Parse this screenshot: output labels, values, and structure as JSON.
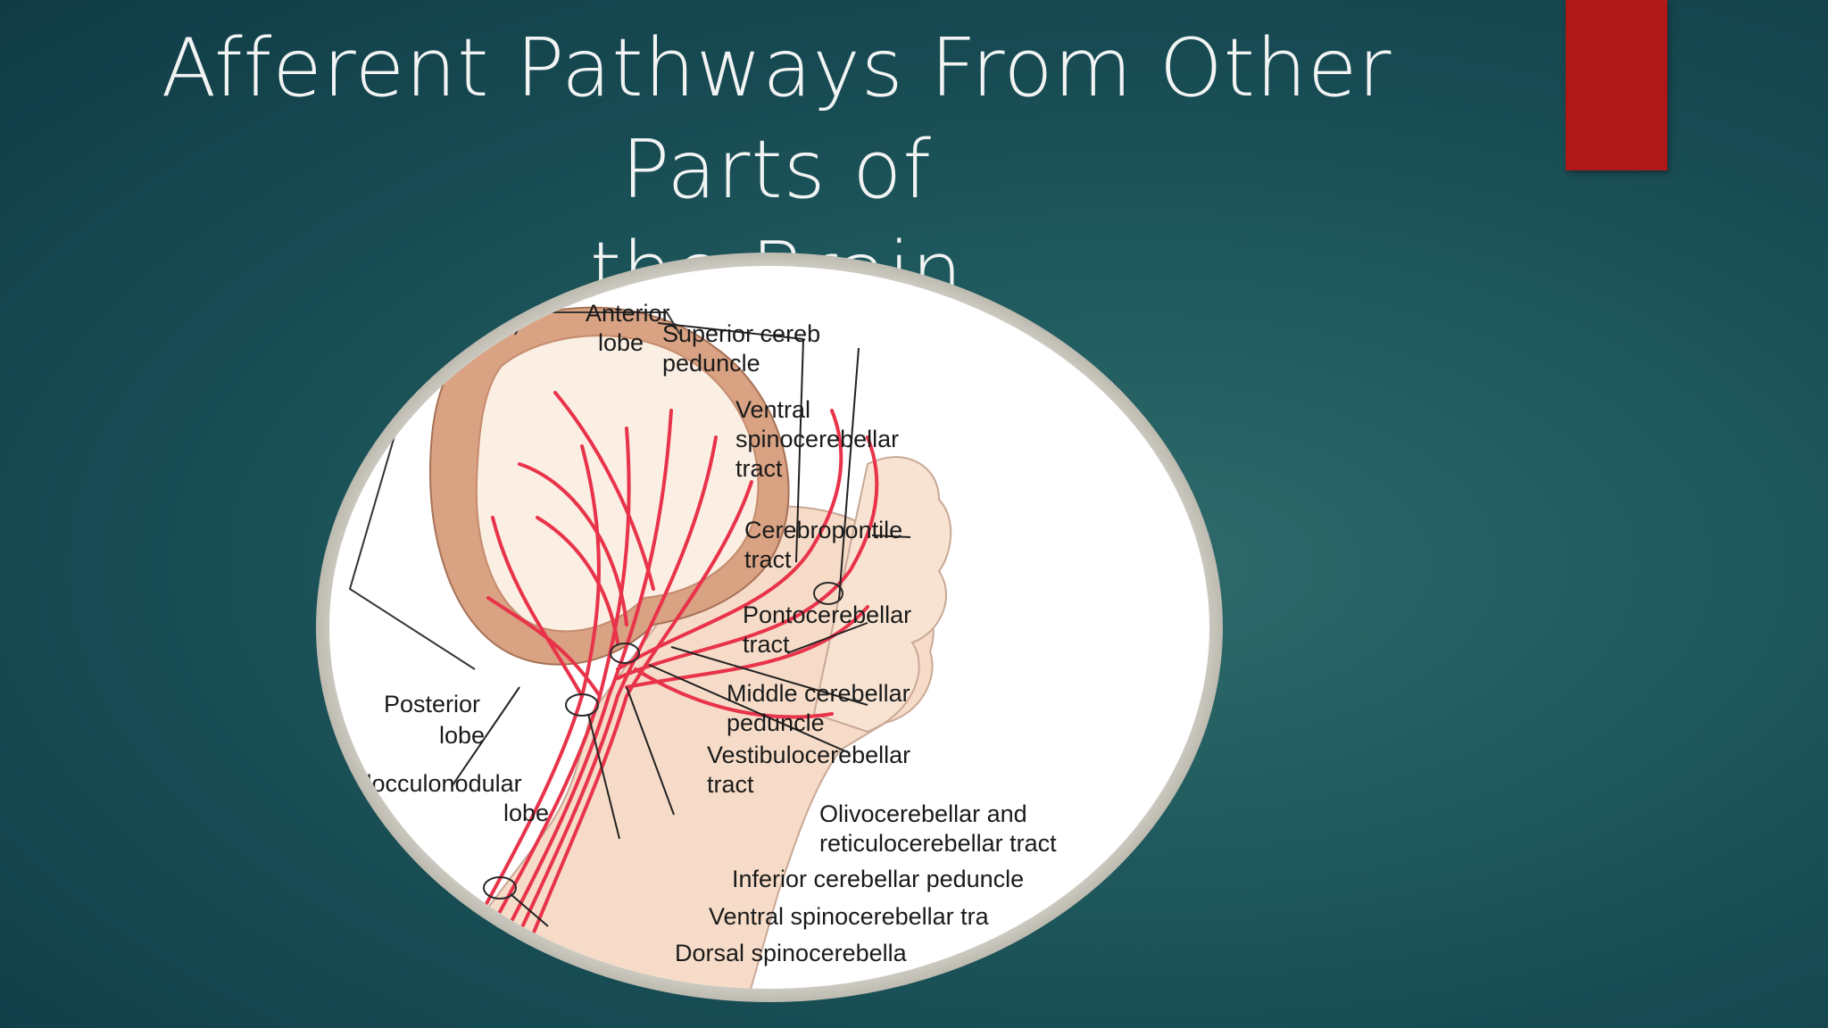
{
  "slide": {
    "title_line1": "Afferent Pathways From Other Parts of",
    "title_line2": "the Brain",
    "accent_color": "#b01717",
    "background_color": "#1f5a5e"
  },
  "diagram": {
    "labels": {
      "anterior_lobe_1": "Anterior",
      "anterior_lobe_2": "lobe",
      "superior_peduncle_1": "Superior cereb",
      "superior_peduncle_2": "peduncle",
      "ventral_spino_1": "Ventral",
      "ventral_spino_2": "spinocerebellar",
      "ventral_spino_3": "tract",
      "cerebropontile_1": "Cerebropontile",
      "cerebropontile_2": "tract",
      "pontocerebellar_1": "Pontocerebellar",
      "pontocerebellar_2": "tract",
      "middle_peduncle_1": "Middle cerebellar",
      "middle_peduncle_2": "peduncle",
      "vestibulo_1": "Vestibulocerebellar",
      "vestibulo_2": "tract",
      "olivo_1": "Olivocerebellar and",
      "olivo_2": "reticulocerebellar tract",
      "inferior_peduncle": "Inferior cerebellar peduncle",
      "ventral_spino_bottom": "Ventral spinocerebellar tra",
      "dorsal_spino_bottom": "Dorsal spinocerebella",
      "posterior_lobe_1": "Posterior",
      "posterior_lobe_2": "lobe",
      "flocculo_1": "Flocculonodular",
      "flocculo_2": "lobe"
    },
    "tract_color": "#e8334a",
    "tissue_color": "#f6dcc8",
    "cortex_color": "#d9a283"
  }
}
